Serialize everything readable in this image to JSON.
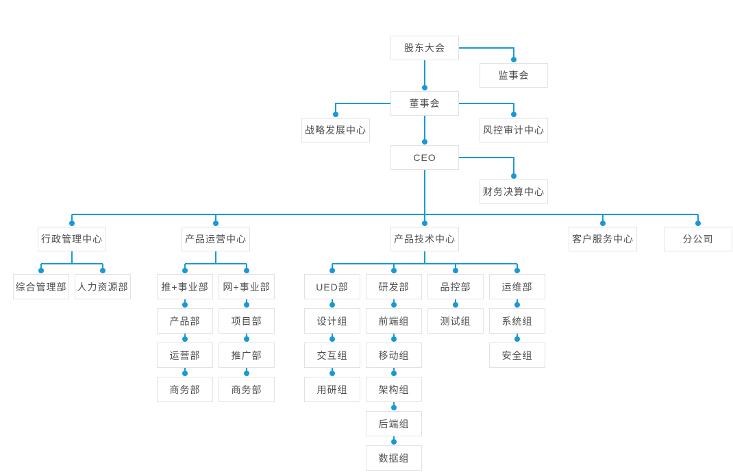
{
  "colors": {
    "line": "#1899d6",
    "node_border": "#e2e2e2",
    "node_text": "#4d4d4d",
    "background": "#ffffff"
  },
  "nodes": {
    "shareholders_meeting": "股东大会",
    "supervisory_board": "监事会",
    "board_of_directors": "董事会",
    "strategy_center": "战略发展中心",
    "risk_audit_center": "风控审计中心",
    "ceo": "CEO",
    "finance_center": "财务决算中心",
    "admin_center": "行政管理中心",
    "product_ops_center": "产品运营中心",
    "product_tech_center": "产品技术中心",
    "customer_service_center": "客户服务中心",
    "branch_company": "分公司",
    "general_mgmt_dept": "综合管理部",
    "hr_dept": "人力资源部",
    "tui_business_dept": "推+事业部",
    "wang_business_dept": "网+事业部",
    "product_dept": "产品部",
    "operations_dept": "运营部",
    "business_dept_1": "商务部",
    "project_dept": "项目部",
    "promotion_dept": "推广部",
    "business_dept_2": "商务部",
    "ued_dept": "UED部",
    "design_group": "设计组",
    "interaction_group": "交互组",
    "user_research_group": "用研组",
    "rd_dept": "研发部",
    "frontend_group": "前端组",
    "mobile_group": "移动组",
    "architecture_group": "架构组",
    "backend_group": "后端组",
    "data_group": "数据组",
    "qc_dept": "品控部",
    "testing_group": "测试组",
    "ops_dept": "运维部",
    "system_group": "系统组",
    "security_group": "安全组"
  },
  "hierarchy": {
    "股东大会": [
      "监事会",
      "董事会"
    ],
    "董事会": [
      "战略发展中心",
      "风控审计中心",
      "CEO"
    ],
    "CEO": [
      "财务决算中心",
      "行政管理中心",
      "产品运营中心",
      "产品技术中心",
      "客户服务中心",
      "分公司"
    ],
    "行政管理中心": [
      "综合管理部",
      "人力资源部"
    ],
    "产品运营中心": [
      "推+事业部",
      "网+事业部"
    ],
    "推+事业部": [
      "产品部",
      "运营部",
      "商务部"
    ],
    "网+事业部": [
      "项目部",
      "推广部",
      "商务部"
    ],
    "产品技术中心": [
      "UED部",
      "研发部",
      "品控部",
      "运维部"
    ],
    "UED部": [
      "设计组",
      "交互组",
      "用研组"
    ],
    "研发部": [
      "前端组",
      "移动组",
      "架构组",
      "后端组",
      "数据组"
    ],
    "品控部": [
      "测试组"
    ],
    "运维部": [
      "系统组",
      "安全组"
    ]
  }
}
